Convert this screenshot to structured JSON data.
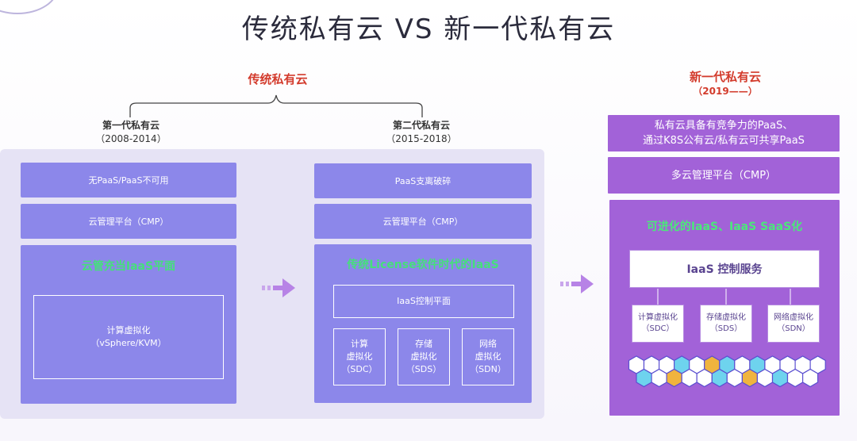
{
  "title": "传统私有云 VS 新一代私有云",
  "traditional": {
    "label": "传统私有云",
    "gen1": {
      "name": "第一代私有云",
      "years": "（2008-2014）",
      "paas": "无PaaS/PaaS不可用",
      "cmp": "云管理平台（CMP）",
      "core_title": "云管充当IaaS平面",
      "compute_line1": "计算虚拟化",
      "compute_line2": "（vSphere/KVM）"
    },
    "gen2": {
      "name": "第二代私有云",
      "years": "（2015-2018）",
      "paas": "PaaS支离破碎",
      "cmp": "云管理平台（CMP）",
      "core_title": "传统License软件时代的IaaS",
      "control_plane": "IaaS控制平面",
      "boxes": [
        {
          "l1": "计算",
          "l2": "虚拟化",
          "l3": "（SDC）"
        },
        {
          "l1": "存储",
          "l2": "虚拟化",
          "l3": "（SDS）"
        },
        {
          "l1": "网络",
          "l2": "虚拟化",
          "l3": "（SDN）"
        }
      ]
    }
  },
  "nextgen": {
    "label": "新一代私有云",
    "years": "（2019——）",
    "paas_line1": "私有云具备有竞争力的PaaS、",
    "paas_line2": "通过K8S公有云/私有云可共享PaaS",
    "cmp": "多云管理平台（CMP）",
    "core_title": "可进化的IaaS、IaaS SaaS化",
    "control": "IaaS 控制服务",
    "boxes": [
      {
        "l1": "计算虚拟化",
        "l2": "（SDC）"
      },
      {
        "l1": "存储虚拟化",
        "l2": "（SDS）"
      },
      {
        "l1": "网络虚拟化",
        "l2": "（SDN）"
      }
    ]
  },
  "colors": {
    "hex_white": "#ffffff",
    "hex_blue": "#6ed3ee",
    "hex_orange": "#f0b43e",
    "hex_stroke": "#5b4fd0"
  },
  "hex_rows": [
    [
      "white",
      "white",
      "white",
      "blue",
      "white",
      "orange",
      "blue",
      "white",
      "blue",
      "white",
      "white",
      "white",
      "white"
    ],
    [
      "blue",
      "white",
      "orange",
      "white",
      "white",
      "blue",
      "white",
      "orange",
      "white",
      "blue",
      "white",
      "white",
      "white"
    ]
  ]
}
